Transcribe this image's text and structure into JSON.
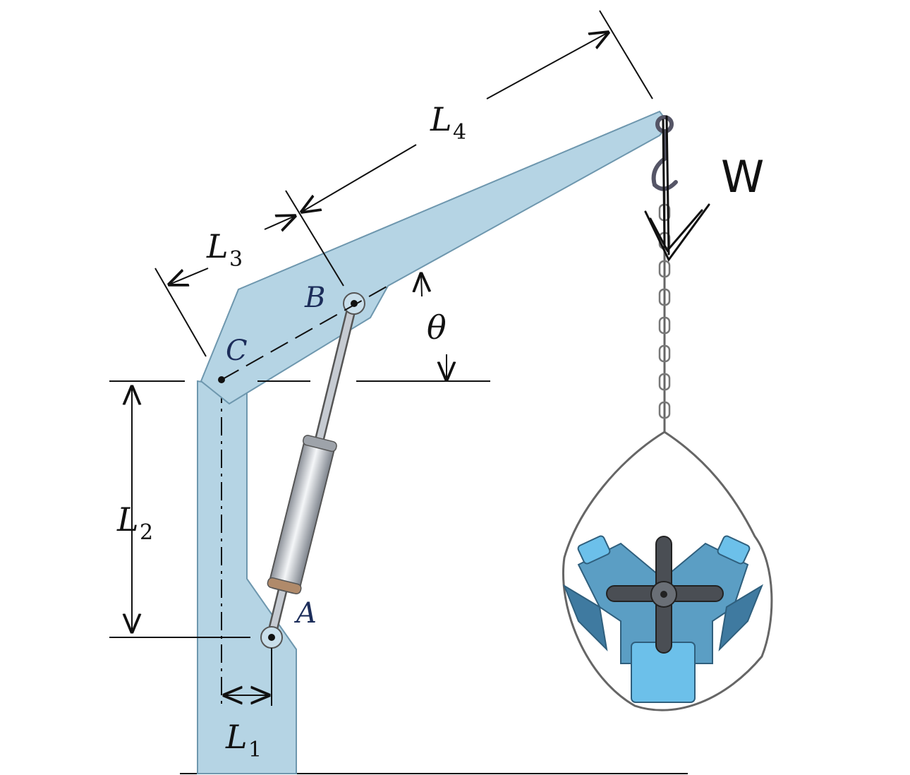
{
  "diagram": {
    "labels": {
      "L1": {
        "base": "L",
        "sub": "1"
      },
      "L2": {
        "base": "L",
        "sub": "2"
      },
      "L3": {
        "base": "L",
        "sub": "3"
      },
      "L4": {
        "base": "L",
        "sub": "4"
      },
      "theta": "θ",
      "W": "W"
    },
    "points": {
      "A": "A",
      "B": "B",
      "C": "C"
    },
    "colors": {
      "frame": "#b5d4e4",
      "frame_stroke": "#6e97ae",
      "engine_light": "#6cc0ea",
      "engine_mid": "#5b9ec4",
      "engine_dark": "#3f7aa0",
      "cylinder": "#d9dde3",
      "ink": "#111111"
    }
  }
}
